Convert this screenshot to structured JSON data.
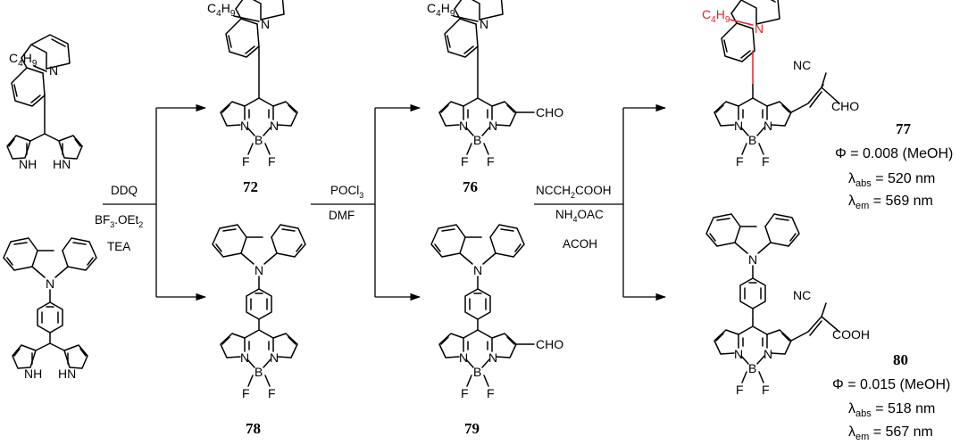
{
  "atoms": {
    "n": "N",
    "nh": "NH",
    "hn": "HN",
    "b": "B",
    "f": "F"
  },
  "groups": {
    "c4h9": "C4H9",
    "cho": "CHO",
    "nc": "NC",
    "cooh": "COOH"
  },
  "conditions": {
    "step1": [
      "DDQ",
      "BF3.OEt2",
      "TEA"
    ],
    "step2": [
      "POCl3",
      "DMF"
    ],
    "step3": [
      "NCCH2COOH",
      "NH4OAC",
      "ACOH"
    ]
  },
  "compounds": [
    "72",
    "76",
    "77",
    "78",
    "79",
    "80"
  ],
  "properties": {
    "c77": {
      "phi": "Φ = 0.008 (MeOH)",
      "abs": "λabs = 520 nm",
      "em": "λem = 569 nm"
    },
    "c80": {
      "phi": "Φ = 0.015 (MeOH)",
      "abs": "λabs = 518 nm",
      "em": "λem = 567 nm"
    }
  },
  "highlight_color": "#e8202a"
}
